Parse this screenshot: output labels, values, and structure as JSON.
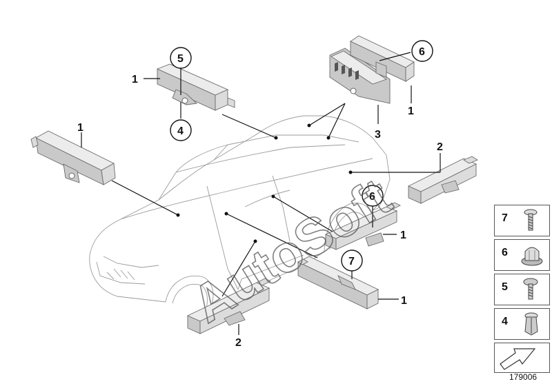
{
  "diagram": {
    "callouts": {
      "c1_top_left": "1",
      "c1_left": "1",
      "c1_right_top": "1",
      "c1_mid": "1",
      "c1_bottom": "1",
      "c2_right": "2",
      "c2_bottom": "2",
      "c3": "3",
      "c4": "4",
      "c5": "5",
      "c6_top": "6",
      "c6_mid": "6",
      "c7": "7"
    },
    "watermark": "AutoSoft"
  },
  "legend": {
    "items": [
      {
        "number": "7",
        "icon": "screw-icon"
      },
      {
        "number": "6",
        "icon": "nut-icon"
      },
      {
        "number": "5",
        "icon": "screw-icon"
      },
      {
        "number": "4",
        "icon": "expanding-rivet-icon"
      }
    ],
    "arrow_icon": "arrow-icon"
  },
  "diagram_id": "179006"
}
